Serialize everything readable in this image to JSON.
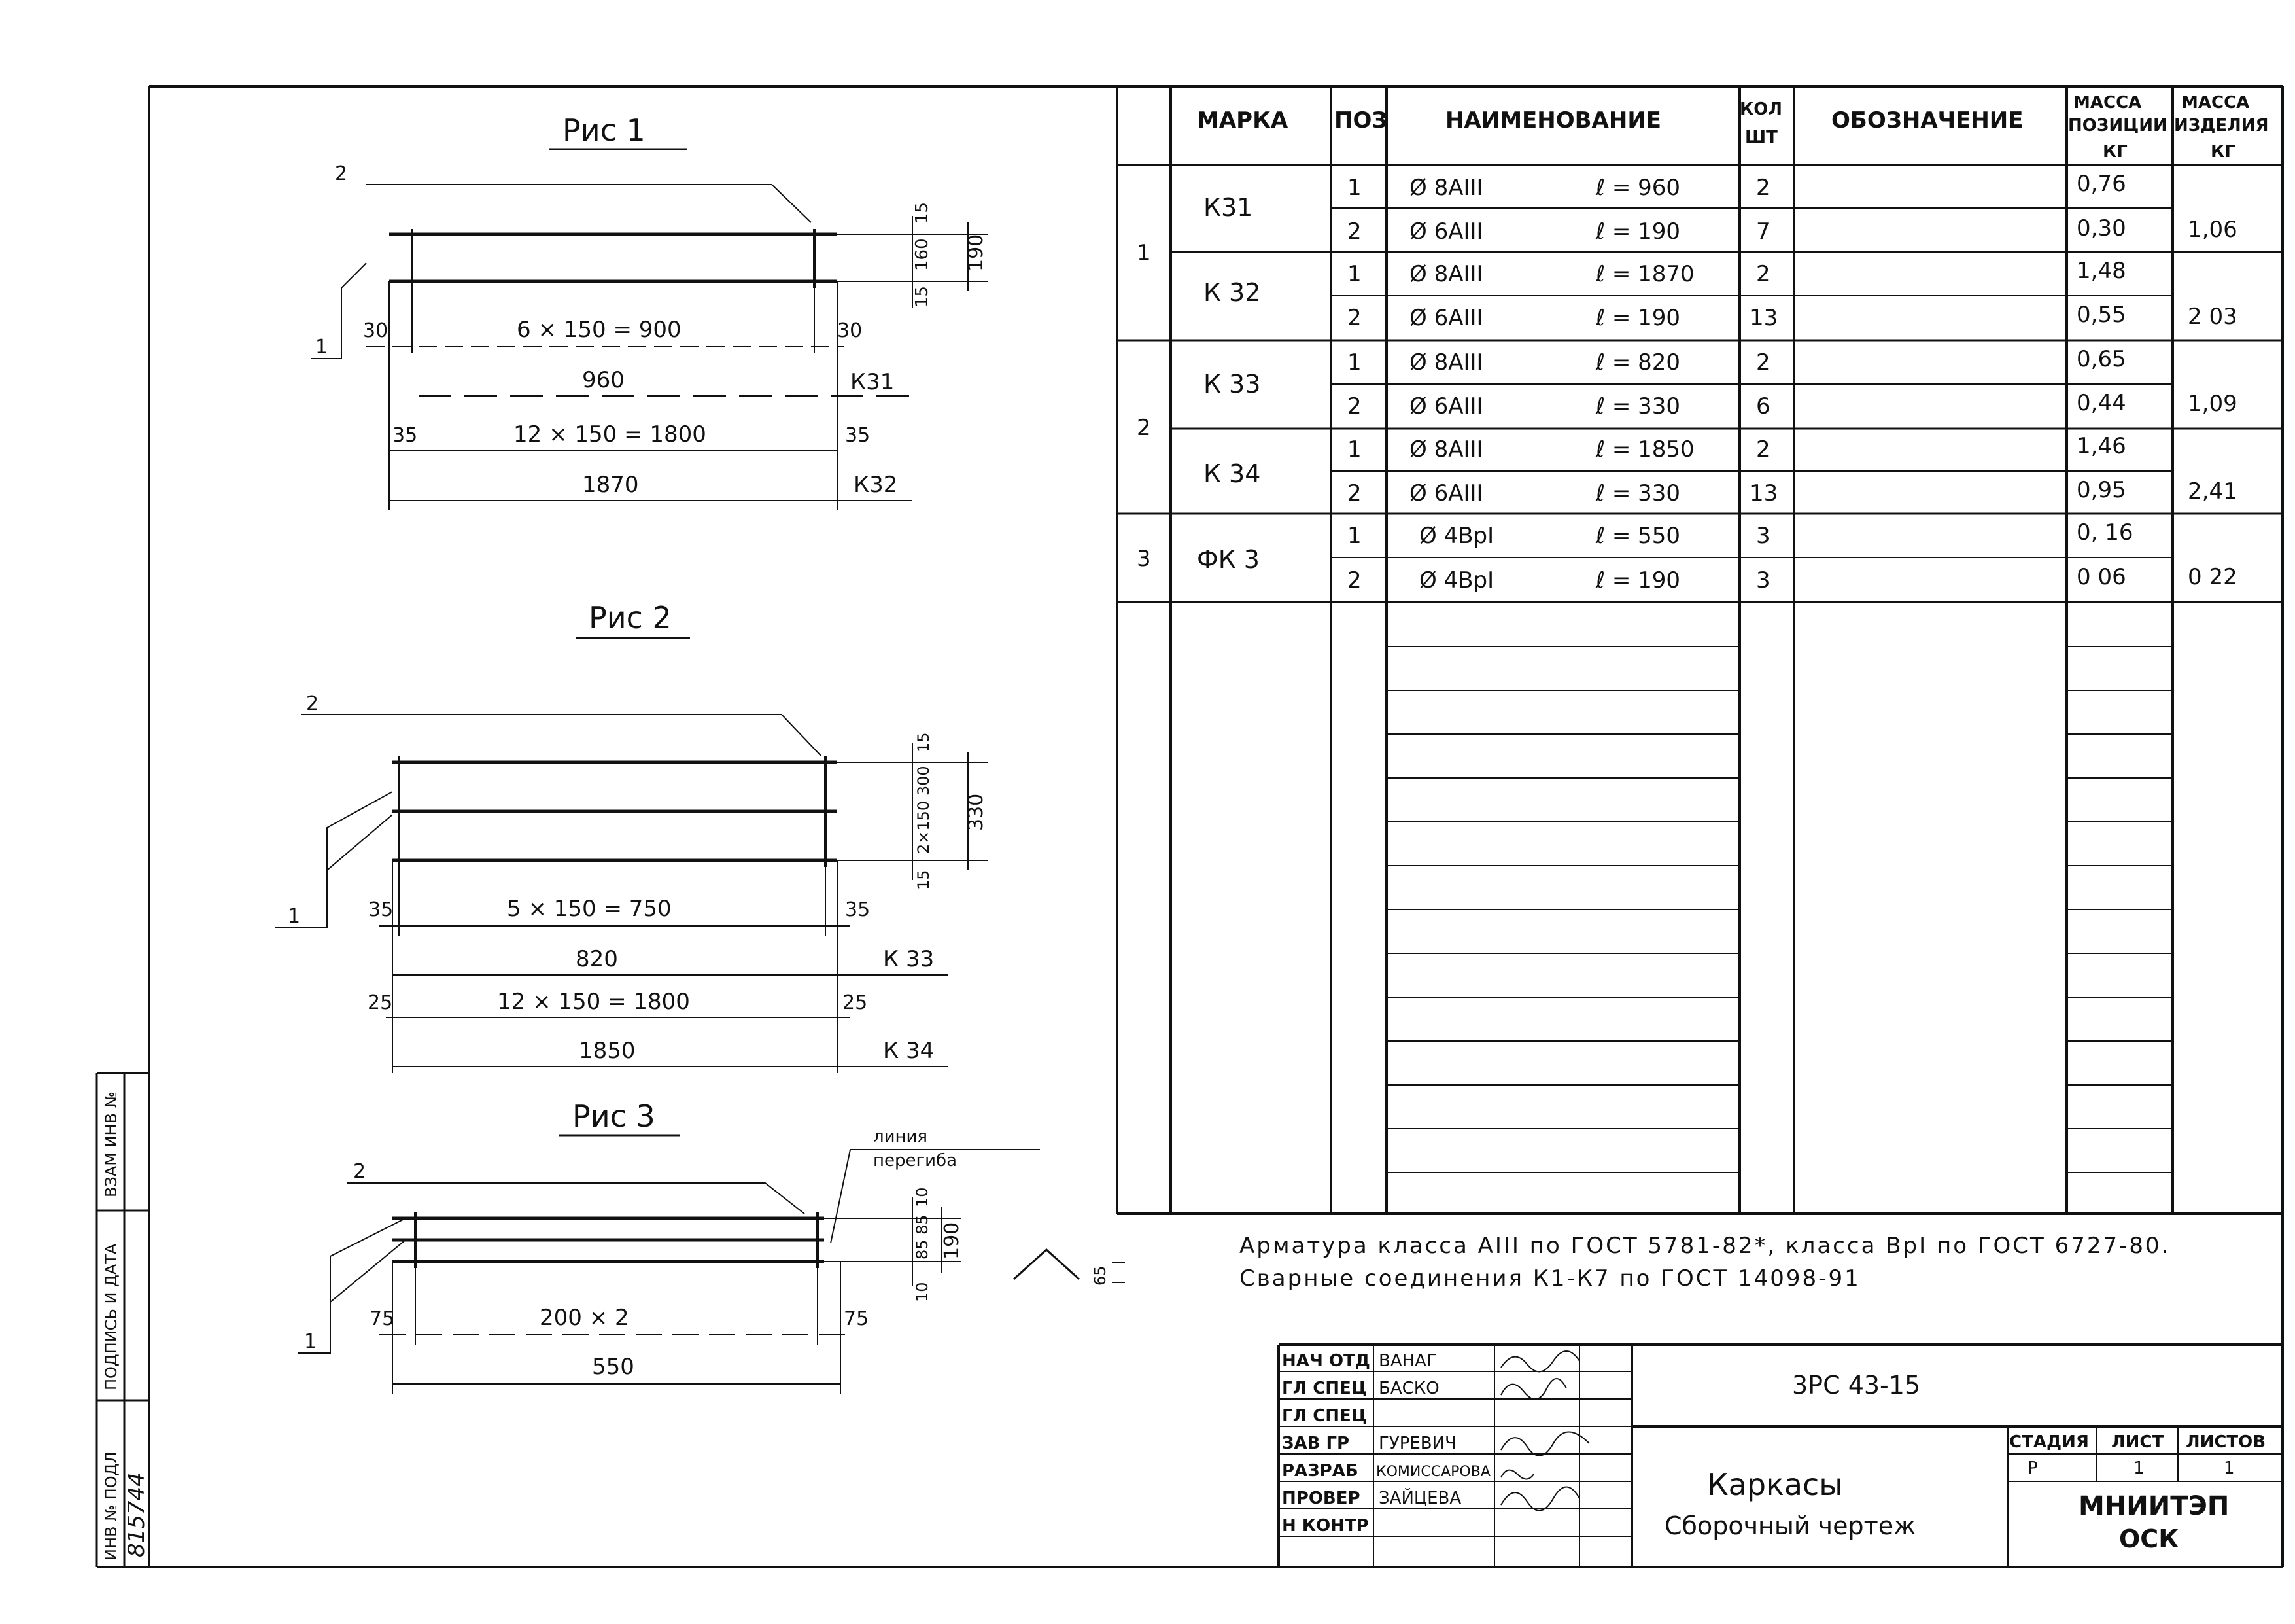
{
  "figures": {
    "fig1": {
      "title": "Рис 1",
      "leaders": [
        "2",
        "1"
      ],
      "dims": {
        "spacing": "6 × 150 = 900",
        "end_left": "30",
        "end_right": "30",
        "length_a": "960",
        "mark_a": "К31",
        "spacing_b": "12 × 150 = 1800",
        "end_b_left": "35",
        "end_b_right": "35",
        "length_b": "1870",
        "mark_b": "К32",
        "height": "190",
        "h_top": "15",
        "h_mid": "160",
        "h_bot": "15"
      }
    },
    "fig2": {
      "title": "Рис 2",
      "leaders": [
        "2",
        "1"
      ],
      "dims": {
        "spacing": "5 × 150 = 750",
        "end_left": "35",
        "end_right": "35",
        "length_a": "820",
        "mark_a": "К 33",
        "spacing_b": "12 × 150 = 1800",
        "end_b_left": "25",
        "end_b_right": "25",
        "length_b": "1850",
        "mark_b": "К 34",
        "height": "330",
        "h_top": "15",
        "h_mid": "2×150 300",
        "h_bot": "15"
      }
    },
    "fig3": {
      "title": "Рис 3",
      "leaders": [
        "2",
        "1"
      ],
      "bend_line_1": "линия",
      "bend_line_2": "перегиба",
      "dims": {
        "spacing": "200 × 2",
        "end_left": "75",
        "end_right": "75",
        "length_a": "550",
        "height": "190",
        "h_top": "10",
        "h_mid": "85 85",
        "h_bot": "10",
        "bend": "65"
      }
    }
  },
  "spec_table": {
    "headers": {
      "marka": "МАРКА",
      "poz": "ПОЗ",
      "naim": "НАИМЕНОВАНИЕ",
      "kol_1": "КОЛ",
      "kol_2": "ШТ",
      "oboz": "ОБОЗНАЧЕНИЕ",
      "mpoz_1": "МАССА",
      "mpoz_2": "ПОЗИЦИИ",
      "mpoz_3": "КГ",
      "mizd_1": "МАССА",
      "mizd_2": "ИЗДЕЛИЯ",
      "mizd_3": "КГ"
    },
    "groups": [
      {
        "fig": "1",
        "marks": [
          {
            "mark": "К31",
            "rows": [
              {
                "poz": "1",
                "dia": "Ø 8AIII",
                "len": "ℓ = 960",
                "qty": "2",
                "mass": "0,76"
              },
              {
                "poz": "2",
                "dia": "Ø 6AIII",
                "len": "ℓ = 190",
                "qty": "7",
                "mass": "0,30"
              }
            ],
            "total": "1,06"
          },
          {
            "mark": "К 32",
            "rows": [
              {
                "poz": "1",
                "dia": "Ø 8AIII",
                "len": "ℓ = 1870",
                "qty": "2",
                "mass": "1,48"
              },
              {
                "poz": "2",
                "dia": "Ø 6AIII",
                "len": "ℓ = 190",
                "qty": "13",
                "mass": "0,55"
              }
            ],
            "total": "2 03"
          }
        ]
      },
      {
        "fig": "2",
        "marks": [
          {
            "mark": "К 33",
            "rows": [
              {
                "poz": "1",
                "dia": "Ø 8AIII",
                "len": "ℓ = 820",
                "qty": "2",
                "mass": "0,65"
              },
              {
                "poz": "2",
                "dia": "Ø 6AIII",
                "len": "ℓ = 330",
                "qty": "6",
                "mass": "0,44"
              }
            ],
            "total": "1,09"
          },
          {
            "mark": "К 34",
            "rows": [
              {
                "poz": "1",
                "dia": "Ø 8AIII",
                "len": "ℓ = 1850",
                "qty": "2",
                "mass": "1,46"
              },
              {
                "poz": "2",
                "dia": "Ø 6AIII",
                "len": "ℓ = 330",
                "qty": "13",
                "mass": "0,95"
              }
            ],
            "total": "2,41"
          }
        ]
      },
      {
        "fig": "3",
        "marks": [
          {
            "mark": "ФК 3",
            "rows": [
              {
                "poz": "1",
                "dia": "Ø 4BpI",
                "len": "ℓ = 550",
                "qty": "3",
                "mass": "0, 16"
              },
              {
                "poz": "2",
                "dia": "Ø 4BpI",
                "len": "ℓ = 190",
                "qty": "3",
                "mass": "0 06"
              }
            ],
            "total": "0 22"
          }
        ]
      }
    ]
  },
  "notes": {
    "line1": "Арматура класса AIII по ГОСТ 5781-82*, класса BpI по ГОСТ 6727-80.",
    "line2": "Сварные соединения К1-К7 по ГОСТ 14098-91"
  },
  "title_block": {
    "roles": [
      {
        "role": "НАЧ ОТД",
        "name": "ВАНАГ"
      },
      {
        "role": "ГЛ СПЕЦ",
        "name": "БАСКО"
      },
      {
        "role": "ГЛ СПЕЦ",
        "name": ""
      },
      {
        "role": "ЗАВ ГР",
        "name": "ГУРЕВИЧ"
      },
      {
        "role": "РАЗРАБ",
        "name": "КОМИССАРОВА"
      },
      {
        "role": "ПРОВЕР",
        "name": "ЗАЙЦЕВА"
      },
      {
        "role": "Н КОНТР",
        "name": ""
      }
    ],
    "doc_code": "3РС 43-15",
    "title_1": "Каркасы",
    "title_2": "Сборочный чертеж",
    "stage_label": "СТАДИЯ",
    "stage": "Р",
    "sheet_label": "ЛИСТ",
    "sheet": "1",
    "sheets_label": "ЛИСТОВ",
    "sheets": "1",
    "org_1": "МНИИТЭП",
    "org_2": "ОСК"
  },
  "side_stamp": {
    "inv_podl": "ИНВ № ПОДЛ",
    "podpis": "ПОДПИСЬ И ДАТА",
    "vzam": "ВЗАМ ИНВ №",
    "inv_number": "815744"
  }
}
